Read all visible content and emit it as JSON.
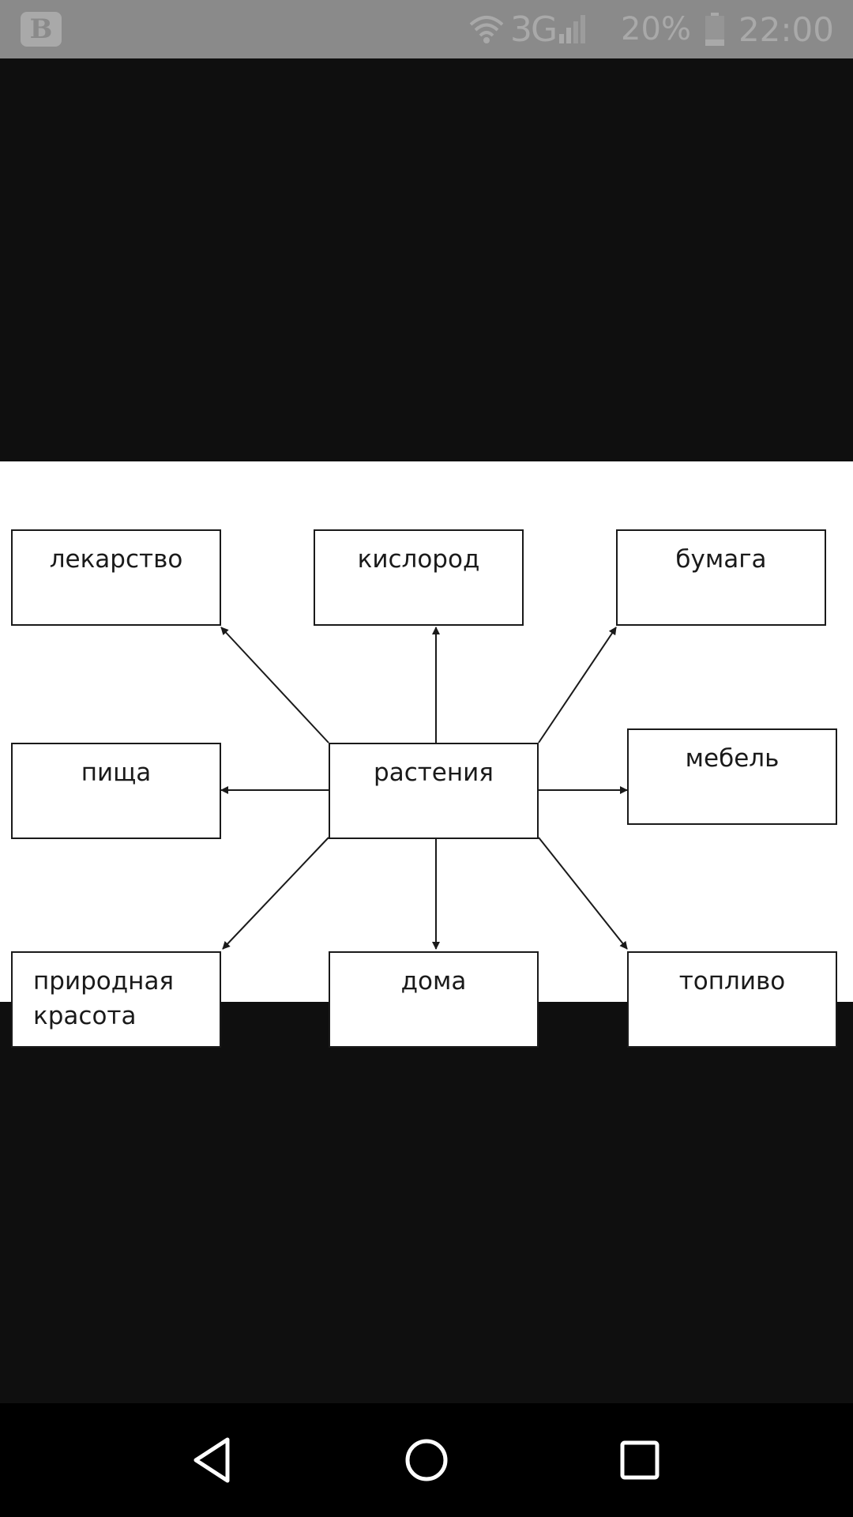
{
  "status_bar": {
    "app_icon_letter": "B",
    "network": "3G",
    "battery": "20%",
    "time": "22:00"
  },
  "diagram": {
    "center": "растения",
    "nodes": {
      "medicine": "лекарство",
      "oxygen": "кислород",
      "paper": "бумага",
      "food": "пища",
      "furniture": "мебель",
      "beauty_line1": "природная",
      "beauty_line2": "красота",
      "houses": "дома",
      "fuel": "топливо"
    }
  },
  "navigation": {
    "icons": [
      "back-icon",
      "home-icon",
      "recents-icon"
    ]
  },
  "colors": {
    "status_bar": "#8a8a8a",
    "status_text": "#a9a9a9",
    "viewer_background": "#0f0f0f",
    "nav_bar": "#000000",
    "diagram_background": "#ffffff",
    "diagram_ink": "#1a1a1a"
  }
}
